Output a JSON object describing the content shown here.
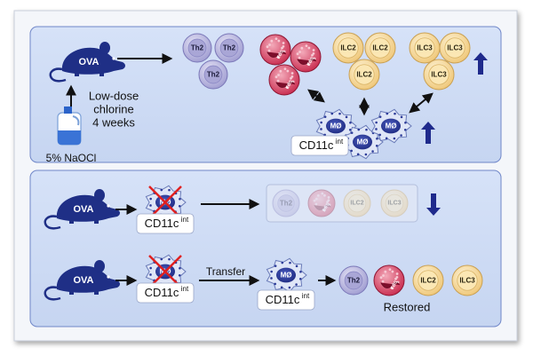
{
  "colors": {
    "panel_bg": "#cfdcf5",
    "panel_border": "#6f86c8",
    "frame_border": "#c9cfdb",
    "mouse": "#1f2f86",
    "arrow": "#111111",
    "indicator_arrow": "#1f2a8c",
    "th2_fill": "#b4b2dd",
    "eos_fill": "#c8294d",
    "ilc_fill": "#f5d99a",
    "macrophage_fill": "#2d3c99",
    "cross": "#e02020",
    "bottle": "#ffffff"
  },
  "panel_top": {
    "mouse_label": "OVA",
    "exposure_lines": [
      "Low-dose",
      "chlorine",
      "4 weeks"
    ],
    "bottle_label": "5% NaOCl",
    "th2_cells": [
      "Th2",
      "Th2",
      "Th2"
    ],
    "eos_cells": [
      "EOS",
      "EOS",
      "EOS"
    ],
    "ilc2_cells": [
      "ILC2",
      "ILC2",
      "ILC2"
    ],
    "ilc3_cells": [
      "ILC3",
      "ILC3",
      "ILC3"
    ],
    "macrophage_cells": [
      "MØ",
      "MØ",
      "MØ"
    ],
    "macrophage_label": "CD11c",
    "macrophage_label_sup": "int",
    "ilc_trend": "up",
    "macrophage_trend": "up"
  },
  "panel_depleted": {
    "mouse_label": "OVA",
    "macrophage_cell": "MØ",
    "macrophage_label": "CD11c",
    "macrophage_label_sup": "int",
    "faded_cells": [
      "Th2",
      "EOS",
      "ILC2",
      "ILC3"
    ],
    "trend": "down"
  },
  "panel_transfer": {
    "mouse_label": "OVA",
    "depleted_cell": "MØ",
    "depleted_label": "CD11c",
    "depleted_label_sup": "int",
    "transfer_label": "Transfer",
    "macrophage_cell": "MØ",
    "macrophage_label": "CD11c",
    "macrophage_label_sup": "int",
    "restored_cells": [
      "Th2",
      "EOS",
      "ILC2",
      "ILC3"
    ],
    "restored_label": "Restored"
  }
}
